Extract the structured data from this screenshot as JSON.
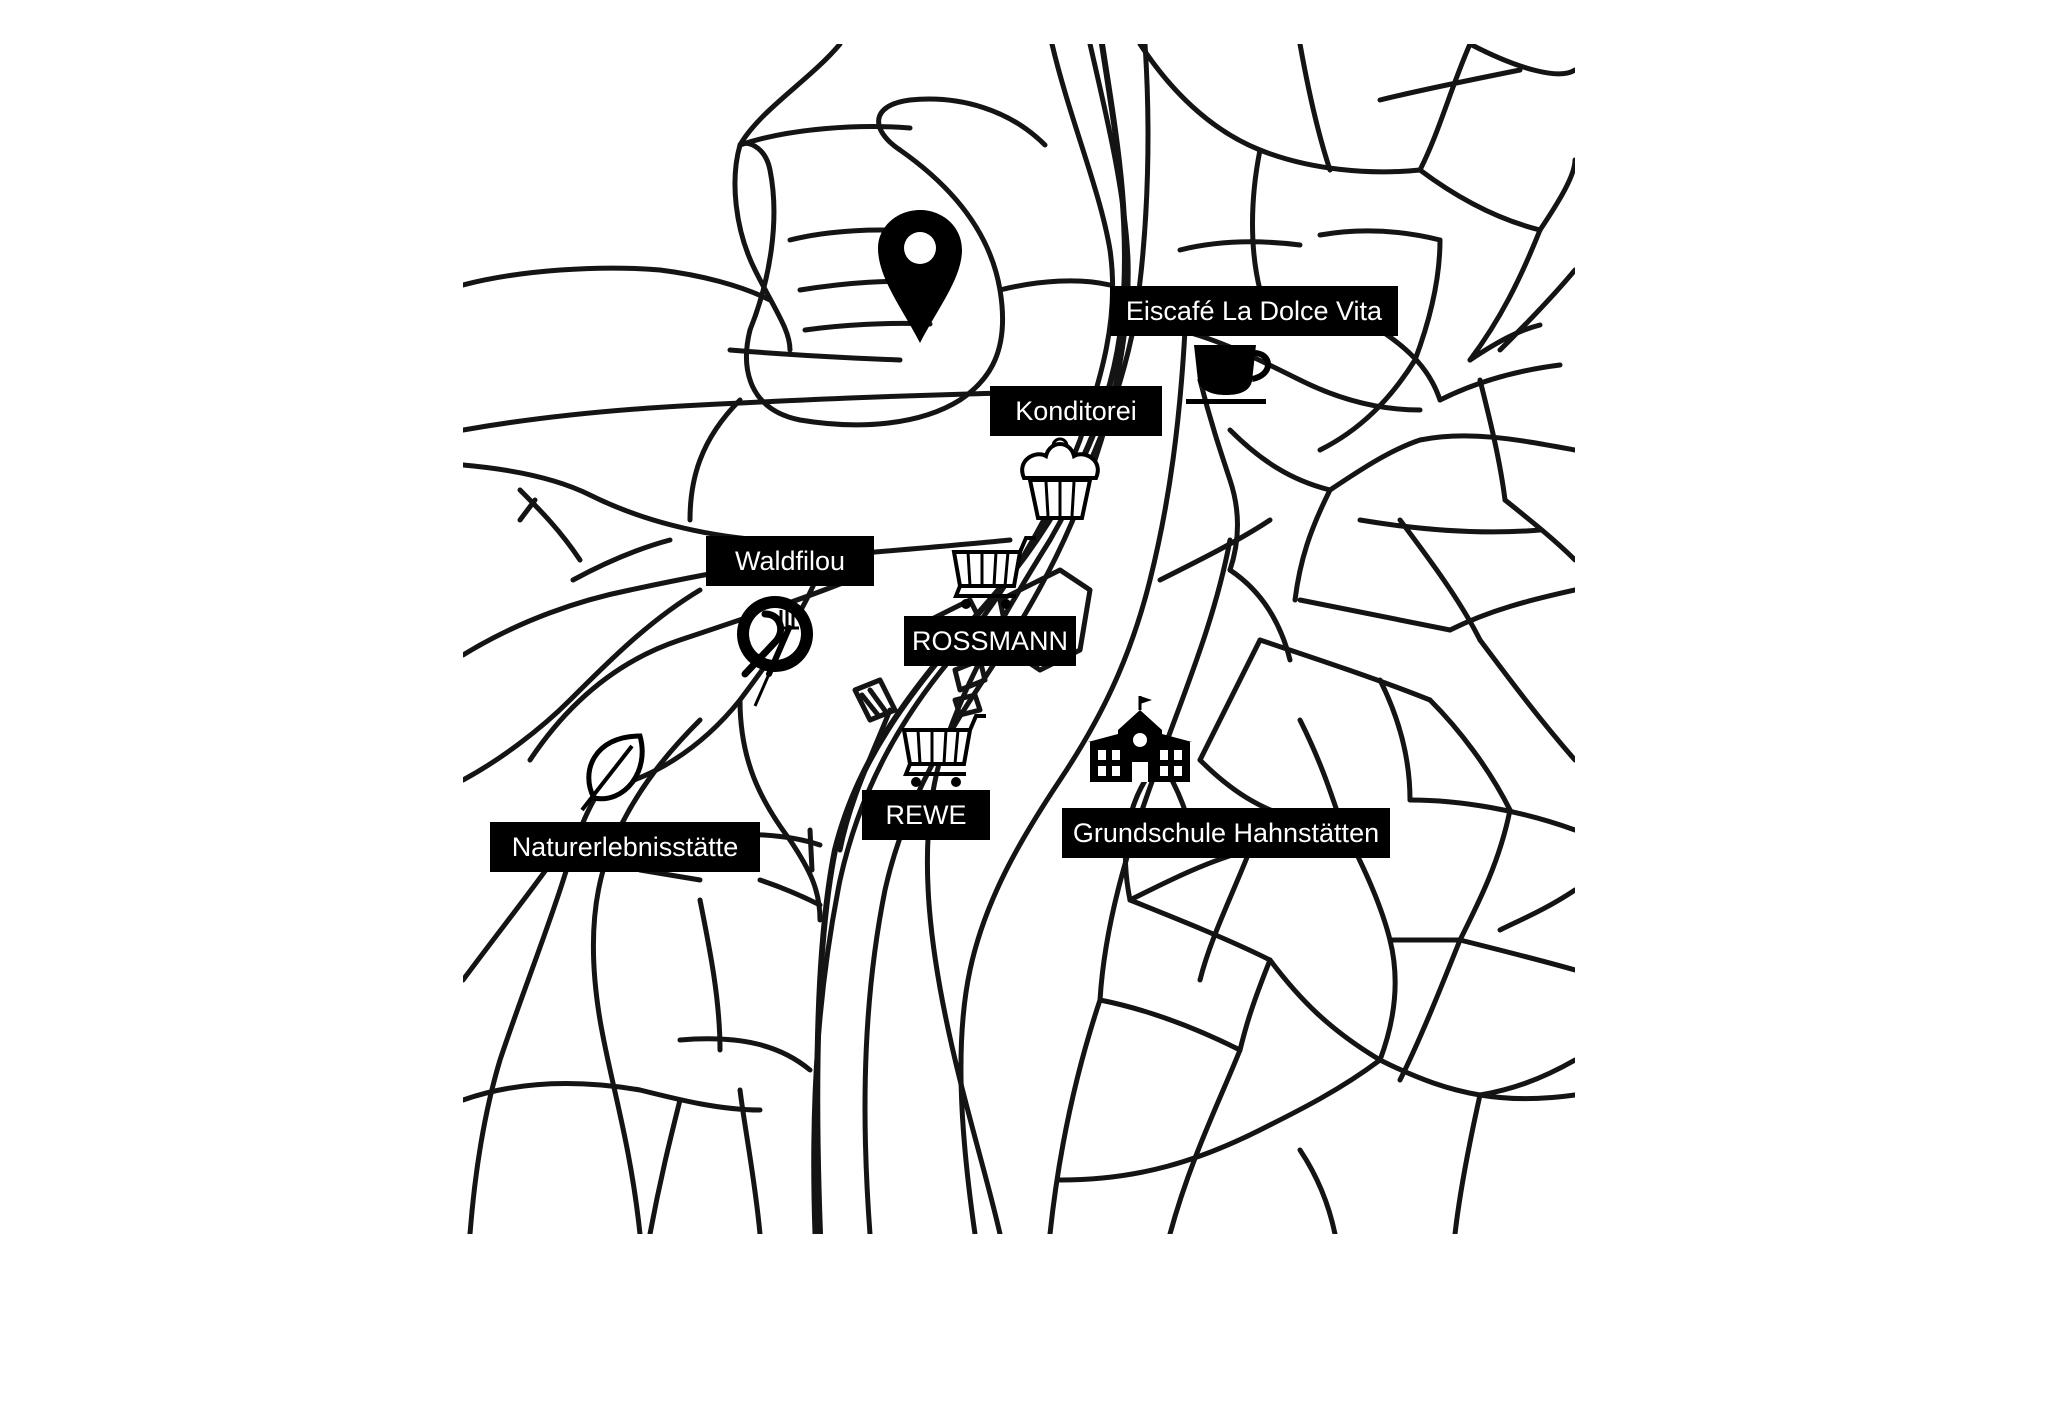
{
  "map": {
    "background": "#ffffff",
    "road_color": "#141414",
    "label_background": "#000000",
    "label_text_color": "#ffffff"
  },
  "pois": {
    "location_pin": {
      "icon": "location-pin-icon"
    },
    "eiscafe": {
      "label": "Eiscafé La Dolce Vita",
      "icon": "coffee-cup-icon"
    },
    "konditorei": {
      "label": "Konditorei",
      "icon": "cupcake-icon"
    },
    "waldfilou": {
      "label": "Waldfilou",
      "icon": "fork-knife-icon"
    },
    "rossmann": {
      "label": "ROSSMANN",
      "icon": "shopping-cart-icon"
    },
    "rewe": {
      "label": "REWE",
      "icon": "shopping-cart-icon"
    },
    "grundschule": {
      "label": "Grundschule Hahnstätten",
      "icon": "school-building-icon"
    },
    "naturerlebnisstaette": {
      "label": "Naturerlebnisstätte",
      "icon": "leaf-icon"
    }
  }
}
